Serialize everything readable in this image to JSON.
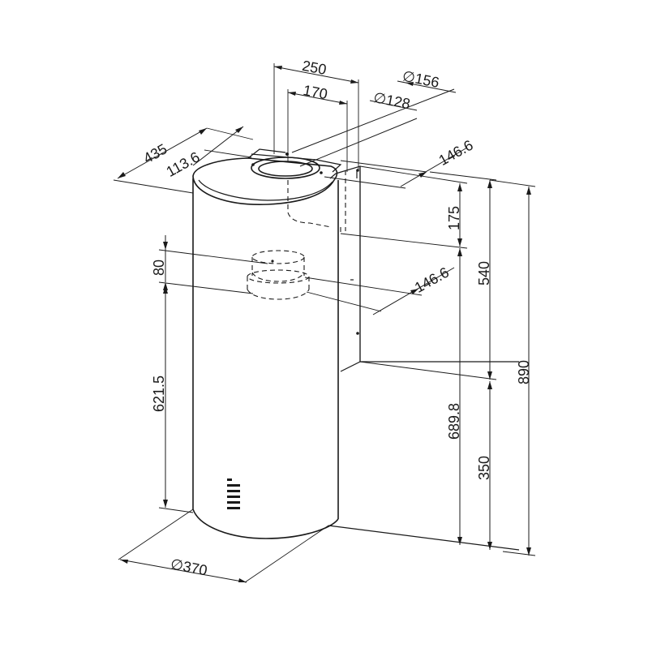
{
  "dimensions": {
    "width_250": "250",
    "width_170": "170",
    "diameter_156": "∅156",
    "diameter_128": "∅128",
    "depth_435": "435",
    "offset_113_6": "113.6",
    "offset_146_6_top": "146.6",
    "offset_146_6_mid": "146.6",
    "height_175": "175",
    "height_540": "540",
    "height_890": "890",
    "height_80": "80",
    "height_621_5": "621.5",
    "height_689_8": "689.8",
    "height_350": "350",
    "diameter_370": "∅370"
  },
  "icons": {
    "control_panel": "control-buttons-icon"
  },
  "colors": {
    "line": "#1a1a1a",
    "background": "#ffffff"
  }
}
